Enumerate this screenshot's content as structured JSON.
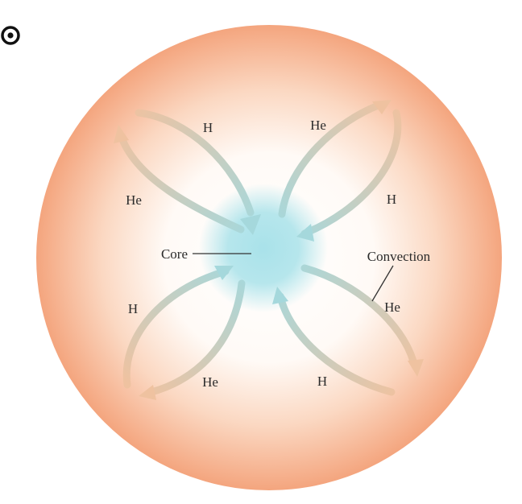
{
  "symbol": {
    "icon": "sun-symbol-icon",
    "color": "#111111"
  },
  "colors": {
    "star_edge": "#f4a57e",
    "star_inner": "#fff6f0",
    "core": "#a9e2ea",
    "arrow_warm": "#efc7a6",
    "arrow_cool": "#a9d9dd",
    "leader": "#333333"
  },
  "labels": {
    "core": "Core",
    "convection": "Convection",
    "loop_top_left_outer": "H",
    "loop_top_left_inner": "He",
    "loop_top_right_outer": "He",
    "loop_top_right_inner": "H",
    "loop_bottom_left_outer": "H",
    "loop_bottom_left_inner": "He",
    "loop_bottom_right_outer": "He",
    "loop_bottom_right_inner": "H"
  }
}
